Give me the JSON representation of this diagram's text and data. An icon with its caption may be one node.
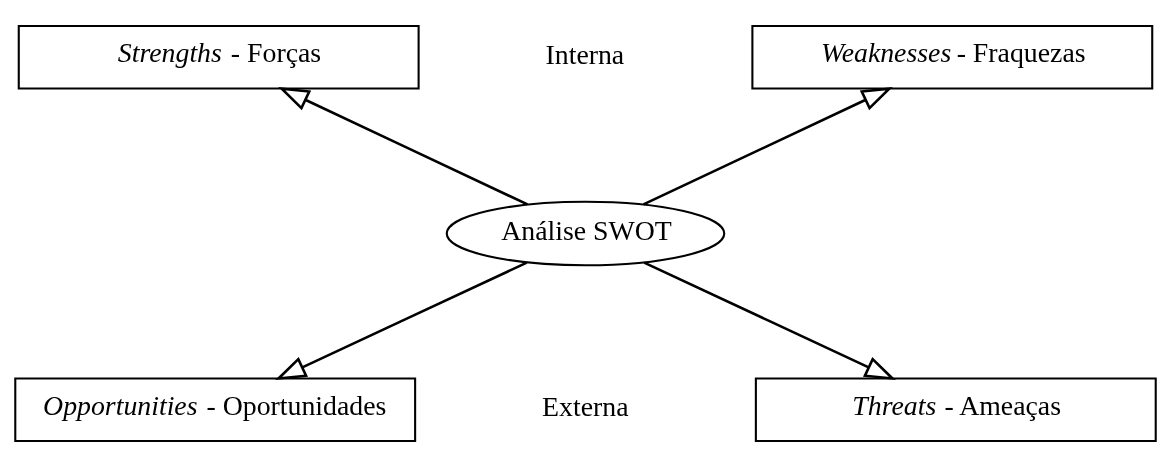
{
  "diagram": {
    "nodes": [
      {
        "text": [
          "*Strengths* - Forças"
        ]
      },
      {
        "text": [
          "*Weaknesses* - Fraquezas"
        ]
      },
      {
        "text": [
          "Análise SWOT"
        ]
      },
      {
        "text": [
          "*Opportunities* - Oportunidades"
        ]
      },
      {
        "text": [
          "*Threats* - Ameaças"
        ]
      }
    ],
    "edges": [
      {
        "from": 2,
        "to": 0,
        "arrow": "to"
      },
      {
        "from": 2,
        "to": 1,
        "arrow": "to"
      },
      {
        "from": 2,
        "to": 4,
        "arrow": "to"
      },
      {
        "from": 2,
        "to": 3,
        "arrow": "to"
      }
    ],
    "labels": [
      "Interna",
      "Externa"
    ]
  }
}
